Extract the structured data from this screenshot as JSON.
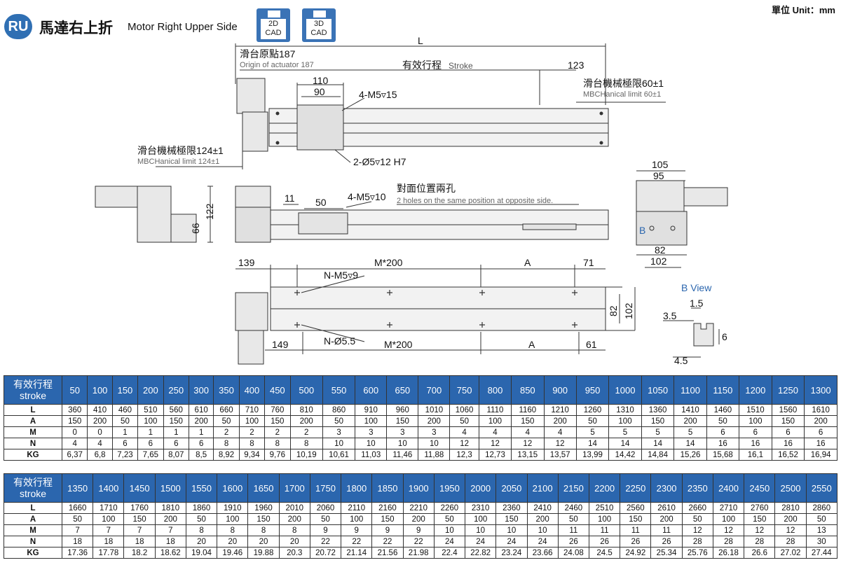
{
  "header": {
    "badge": "RU",
    "title_cn": "馬達右上折",
    "title_en": "Motor Right Upper Side",
    "cad_2d": [
      "2D",
      "CAD"
    ],
    "cad_3d": [
      "3D",
      "CAD"
    ],
    "unit": "單位 Unit：mm"
  },
  "drawing": {
    "L": "L",
    "origin_cn": "滑台原點187",
    "origin_en": "Origin of actuator 187",
    "stroke_cn": "有效行程",
    "stroke_en": "Stroke",
    "dim_123": "123",
    "limit_right_cn": "滑台機械極限60±1",
    "limit_right_en": "MBCHanical limit 60±1",
    "dim_110": "110",
    "dim_90": "90",
    "m5_15": "4-M5▿15",
    "limit_left_cn": "滑台機械極限124±1",
    "limit_left_en": "MBCHanical limit 124±1",
    "dowel": "2-Ø5▿12 H7",
    "dim_105": "105",
    "dim_95": "95",
    "dim_82a": "82",
    "dim_102a": "102",
    "b_label": "B",
    "dim_122": "122",
    "dim_66": "66",
    "dim_11": "11",
    "dim_50": "50",
    "m5_10": "4-M5▿10",
    "opp_cn": "對面位置兩孔",
    "opp_en": "2 holes on the same position at opposite side.",
    "dim_139": "139",
    "m200_top": "M*200",
    "A_top": "A",
    "dim_71": "71",
    "n_m5": "N-M5▿9",
    "n_d55": "N-Ø5.5",
    "dim_149": "149",
    "m200_bot": "M*200",
    "A_bot": "A",
    "dim_61": "61",
    "dim_82b": "82",
    "dim_102b": "102",
    "bview": "B View",
    "dim_15": "1.5",
    "dim_35": "3.5",
    "dim_6": "6",
    "dim_45": "4.5"
  },
  "table1": {
    "head_cn": "有效行程",
    "head_en": "stroke",
    "strokes": [
      "50",
      "100",
      "150",
      "200",
      "250",
      "300",
      "350",
      "400",
      "450",
      "500",
      "550",
      "600",
      "650",
      "700",
      "750",
      "800",
      "850",
      "900",
      "950",
      "1000",
      "1050",
      "1100",
      "1150",
      "1200",
      "1250",
      "1300"
    ],
    "rows": [
      {
        "label": "L",
        "values": [
          "360",
          "410",
          "460",
          "510",
          "560",
          "610",
          "660",
          "710",
          "760",
          "810",
          "860",
          "910",
          "960",
          "1010",
          "1060",
          "1110",
          "1160",
          "1210",
          "1260",
          "1310",
          "1360",
          "1410",
          "1460",
          "1510",
          "1560",
          "1610"
        ]
      },
      {
        "label": "A",
        "values": [
          "150",
          "200",
          "50",
          "100",
          "150",
          "200",
          "50",
          "100",
          "150",
          "200",
          "50",
          "100",
          "150",
          "200",
          "50",
          "100",
          "150",
          "200",
          "50",
          "100",
          "150",
          "200",
          "50",
          "100",
          "150",
          "200"
        ]
      },
      {
        "label": "M",
        "values": [
          "0",
          "0",
          "1",
          "1",
          "1",
          "1",
          "2",
          "2",
          "2",
          "2",
          "3",
          "3",
          "3",
          "3",
          "4",
          "4",
          "4",
          "4",
          "5",
          "5",
          "5",
          "5",
          "6",
          "6",
          "6",
          "6"
        ]
      },
      {
        "label": "N",
        "values": [
          "4",
          "4",
          "6",
          "6",
          "6",
          "6",
          "8",
          "8",
          "8",
          "8",
          "10",
          "10",
          "10",
          "10",
          "12",
          "12",
          "12",
          "12",
          "14",
          "14",
          "14",
          "14",
          "16",
          "16",
          "16",
          "16"
        ]
      },
      {
        "label": "KG",
        "values": [
          "6,37",
          "6,8",
          "7,23",
          "7,65",
          "8,07",
          "8,5",
          "8,92",
          "9,34",
          "9,76",
          "10,19",
          "10,61",
          "11,03",
          "11,46",
          "11,88",
          "12,3",
          "12,73",
          "13,15",
          "13,57",
          "13,99",
          "14,42",
          "14,84",
          "15,26",
          "15,68",
          "16,1",
          "16,52",
          "16,94"
        ]
      }
    ]
  },
  "table2": {
    "head_cn": "有效行程",
    "head_en": "stroke",
    "strokes": [
      "1350",
      "1400",
      "1450",
      "1500",
      "1550",
      "1600",
      "1650",
      "1700",
      "1750",
      "1800",
      "1850",
      "1900",
      "1950",
      "2000",
      "2050",
      "2100",
      "2150",
      "2200",
      "2250",
      "2300",
      "2350",
      "2400",
      "2450",
      "2500",
      "2550"
    ],
    "rows": [
      {
        "label": "L",
        "values": [
          "1660",
          "1710",
          "1760",
          "1810",
          "1860",
          "1910",
          "1960",
          "2010",
          "2060",
          "2110",
          "2160",
          "2210",
          "2260",
          "2310",
          "2360",
          "2410",
          "2460",
          "2510",
          "2560",
          "2610",
          "2660",
          "2710",
          "2760",
          "2810",
          "2860"
        ]
      },
      {
        "label": "A",
        "values": [
          "50",
          "100",
          "150",
          "200",
          "50",
          "100",
          "150",
          "200",
          "50",
          "100",
          "150",
          "200",
          "50",
          "100",
          "150",
          "200",
          "50",
          "100",
          "150",
          "200",
          "50",
          "100",
          "150",
          "200",
          "50"
        ]
      },
      {
        "label": "M",
        "values": [
          "7",
          "7",
          "7",
          "7",
          "8",
          "8",
          "8",
          "8",
          "9",
          "9",
          "9",
          "9",
          "10",
          "10",
          "10",
          "10",
          "11",
          "11",
          "11",
          "11",
          "12",
          "12",
          "12",
          "12",
          "13"
        ]
      },
      {
        "label": "N",
        "values": [
          "18",
          "18",
          "18",
          "18",
          "20",
          "20",
          "20",
          "20",
          "22",
          "22",
          "22",
          "22",
          "24",
          "24",
          "24",
          "24",
          "26",
          "26",
          "26",
          "26",
          "28",
          "28",
          "28",
          "28",
          "30"
        ]
      },
      {
        "label": "KG",
        "values": [
          "17.36",
          "17.78",
          "18.2",
          "18.62",
          "19.04",
          "19.46",
          "19.88",
          "20.3",
          "20.72",
          "21.14",
          "21.56",
          "21.98",
          "22.4",
          "22.82",
          "23.24",
          "23.66",
          "24.08",
          "24.5",
          "24.92",
          "25.34",
          "25.76",
          "26.18",
          "26.6",
          "27.02",
          "27.44"
        ]
      }
    ]
  }
}
